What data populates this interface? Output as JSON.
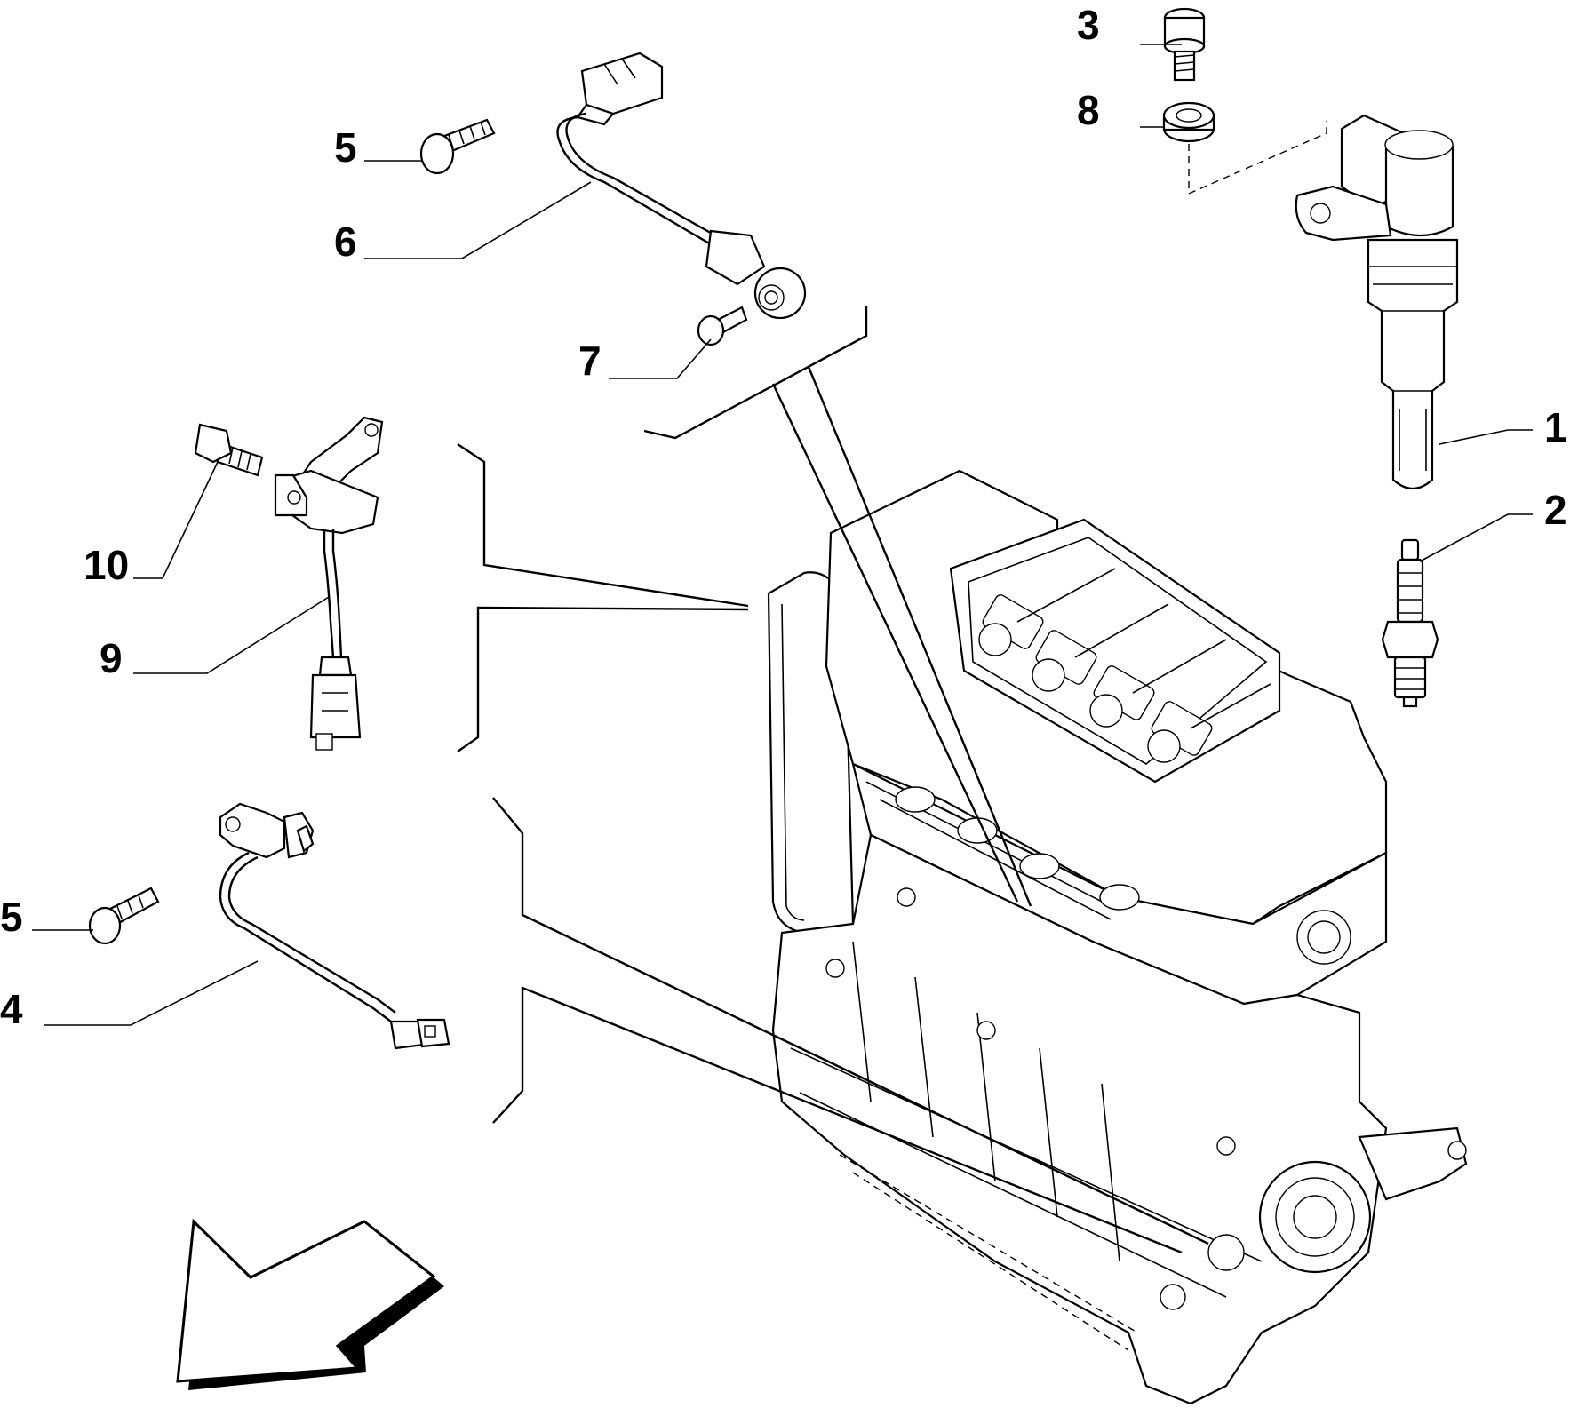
{
  "callouts": [
    {
      "id": "1",
      "label": "1"
    },
    {
      "id": "2",
      "label": "2"
    },
    {
      "id": "3",
      "label": "3"
    },
    {
      "id": "8",
      "label": "8"
    },
    {
      "id": "5a",
      "label": "5"
    },
    {
      "id": "6",
      "label": "6"
    },
    {
      "id": "7",
      "label": "7"
    },
    {
      "id": "10",
      "label": "10"
    },
    {
      "id": "9",
      "label": "9"
    },
    {
      "id": "5b",
      "label": "5"
    },
    {
      "id": "4",
      "label": "4"
    }
  ],
  "icons": {
    "direction_arrow": "front-direction-arrow-icon",
    "ignition_coil": "ignition-coil-icon",
    "spark_plug": "spark-plug-icon",
    "knock_sensor": "knock-sensor-icon",
    "cam_sensor": "camshaft-sensor-icon",
    "crank_sensor": "crankshaft-sensor-icon",
    "bolt": "bolt-icon",
    "washer": "washer-icon",
    "engine_block": "engine-block-icon"
  }
}
